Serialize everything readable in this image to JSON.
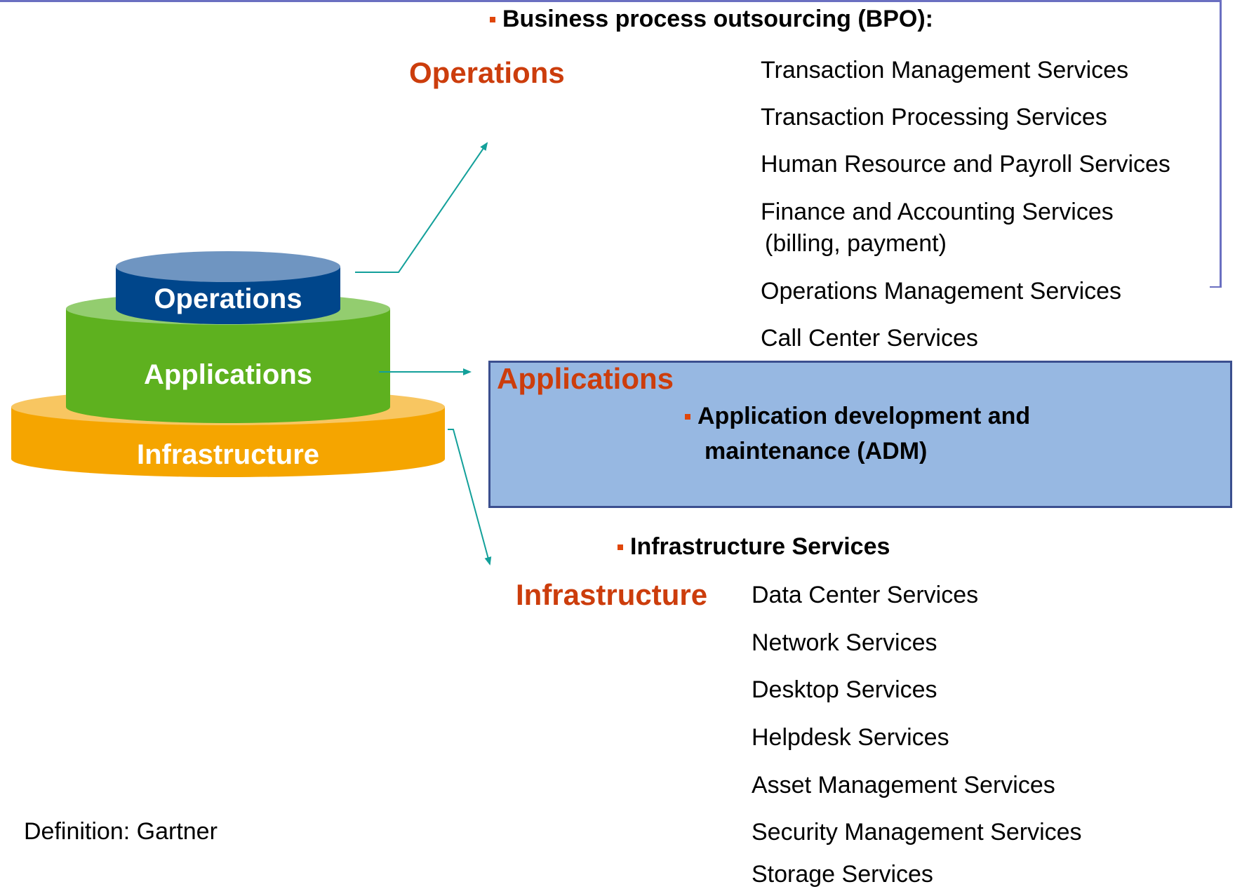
{
  "stack": {
    "operations_label": "Operations",
    "applications_label": "Applications",
    "infrastructure_label": "Infrastructure"
  },
  "operations": {
    "title": "Operations",
    "heading": "Business process outsourcing (BPO):",
    "services": [
      "Transaction Management Services",
      "Transaction Processing Services",
      "Human Resource and Payroll Services",
      "Finance and Accounting Services",
      "(billing, payment)",
      "Operations Management Services",
      "Call Center Services"
    ]
  },
  "applications": {
    "title": "Applications",
    "heading_line1": "Application development and",
    "heading_line2": "maintenance (ADM)"
  },
  "infrastructure": {
    "title": "Infrastructure",
    "heading": "Infrastructure Services",
    "services": [
      "Data Center Services",
      "Network Services",
      "Desktop Services",
      "Helpdesk Services",
      "Asset Management Services",
      "Security Management Services",
      "Storage Services"
    ]
  },
  "footnote": "Definition: Gartner",
  "colors": {
    "operations_layer": "#00468b",
    "applications_layer": "#5eb11f",
    "infrastructure_layer": "#f5a500",
    "accent_text": "#cc3d0c",
    "arrow": "#13a09a",
    "bullet": "#e0460a",
    "app_box_fill": "#97b8e2"
  }
}
